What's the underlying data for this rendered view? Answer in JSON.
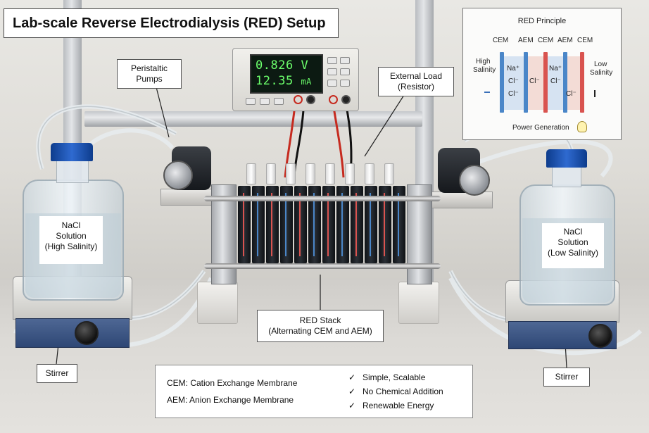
{
  "title": "Lab-scale Reverse Electrodialysis (RED) Setup",
  "power_supply": {
    "voltage": "0.826",
    "voltage_unit": "V",
    "current": "12.35",
    "current_unit": "mA"
  },
  "callouts": {
    "pumps": [
      "Peristaltic",
      "Pumps"
    ],
    "load": [
      "External Load",
      "(Resistor)"
    ],
    "left_bottle": [
      "NaCl",
      "Solution",
      "(High Salinity)"
    ],
    "right_bottle": [
      "NaCl",
      "Solution",
      "(Low Salinity)"
    ],
    "stack": [
      "RED Stack",
      "(Alternating CEM and AEM)"
    ],
    "stirrer_left": "Stirrer",
    "stirrer_right": "Stirrer"
  },
  "principle": {
    "title": "RED Principle",
    "membranes": [
      "CEM",
      "AEM",
      "CEM",
      "AEM",
      "CEM"
    ],
    "high": [
      "High",
      "Salinity"
    ],
    "low": [
      "Low",
      "Salinity"
    ],
    "na": "Na⁺",
    "cl": "Cl⁻",
    "footer": "Power Generation"
  },
  "legend": {
    "cem": "CEM: Cation Exchange Membrane",
    "aem": "AEM: Anion Exchange Membrane",
    "points": [
      "Simple, Scalable",
      "No Chemical Addition",
      "Renewable Energy"
    ],
    "check": "✓"
  },
  "colors": {
    "cap_blue": "#1f56b8",
    "display_green": "#6cff6c",
    "cem_red": "#d9534f",
    "aem_blue": "#4a86c8"
  }
}
